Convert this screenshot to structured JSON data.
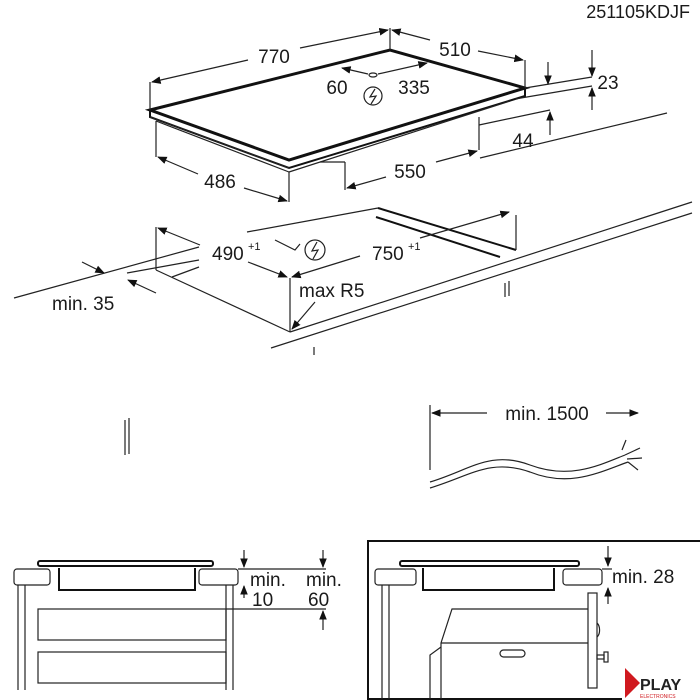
{
  "drawing_code": "251105KDJF",
  "hob_dimensions": {
    "width": "770",
    "depth": "510",
    "connection_offset_left": "60",
    "connection_offset_right": "335",
    "thickness": "23",
    "body_height": "44",
    "body_depth": "486",
    "body_width": "550"
  },
  "cutout": {
    "depth": "490",
    "depth_tolerance": "+1",
    "width": "750",
    "width_tolerance": "+1",
    "edge_distance": "min. 35",
    "corner_radius": "max R5"
  },
  "cable": {
    "length": "min. 1500"
  },
  "drawer_install": {
    "gap_label_1": "min.",
    "gap_value_1": "10",
    "gap_label_2": "min.",
    "gap_value_2": "60"
  },
  "oven_install": {
    "gap": "min. 28"
  },
  "watermark": {
    "brand": "PLAY",
    "sub": "ELECTRONICS",
    "color": "#d0191f"
  }
}
